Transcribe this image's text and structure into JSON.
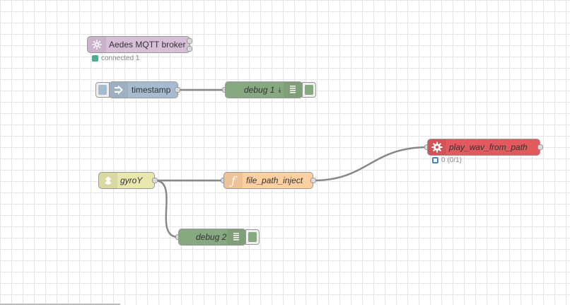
{
  "nodes": {
    "aedes": {
      "label": "Aedes MQTT broker",
      "icon": "bridge-icon",
      "color": "#d8bfd8",
      "status": "connected 1",
      "status_color": "#55aa88"
    },
    "timestamp": {
      "label": "timestamp",
      "icon": "arrow-in-icon",
      "color": "#a6bbcf"
    },
    "debug1": {
      "label": "debug 1",
      "icon": "list-icon",
      "color": "#87a980"
    },
    "gyroY": {
      "label": "gyroY",
      "icon": "bridge-icon",
      "color": "#e7e7ae"
    },
    "file_path_inject": {
      "label": "file_path_inject",
      "icon": "function-icon",
      "color": "#fdd0a2"
    },
    "play_wav": {
      "label": "play_wav_from_path",
      "icon": "gear-icon",
      "color": "#e2595e",
      "status": "0 (0/1)",
      "status_color": "#4488bb"
    },
    "debug2": {
      "label": "debug 2",
      "icon": "list-icon",
      "color": "#87a980"
    }
  },
  "colors": {
    "grid": "#e6e6e6",
    "wire": "#888888",
    "port": "#d9d9d9"
  }
}
